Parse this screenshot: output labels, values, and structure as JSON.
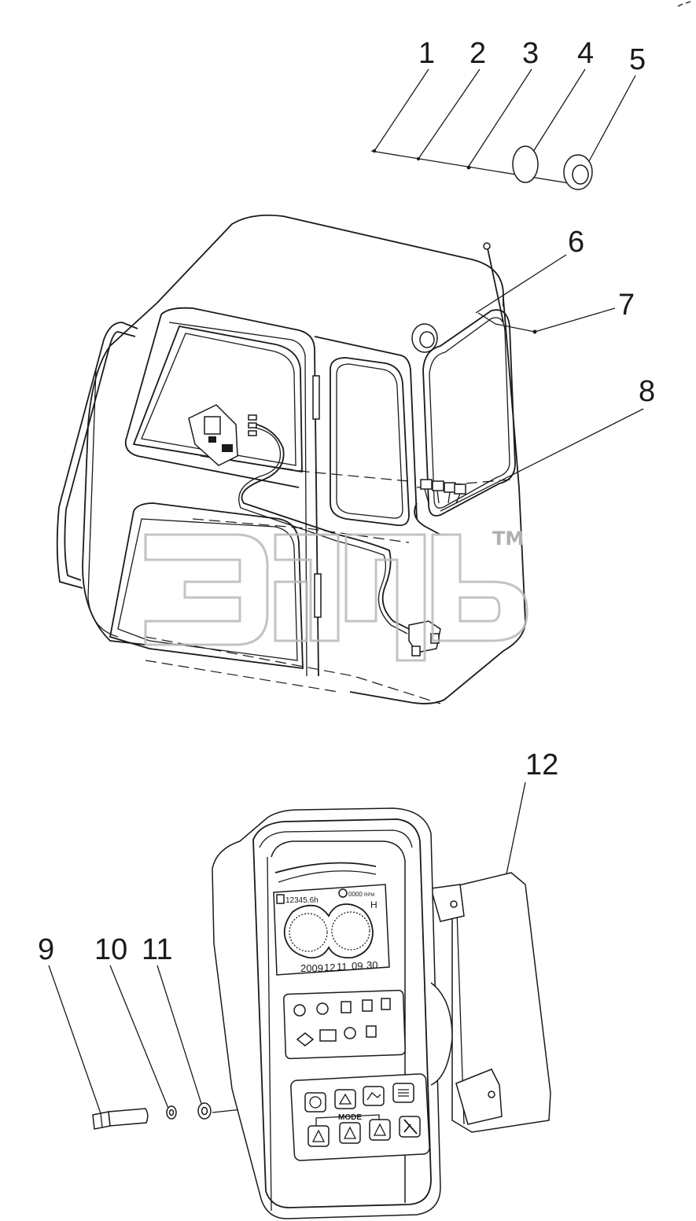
{
  "callouts": [
    {
      "id": "1",
      "label": "1"
    },
    {
      "id": "2",
      "label": "2"
    },
    {
      "id": "3",
      "label": "3"
    },
    {
      "id": "4",
      "label": "4"
    },
    {
      "id": "5",
      "label": "5"
    },
    {
      "id": "6",
      "label": "6"
    },
    {
      "id": "7",
      "label": "7"
    },
    {
      "id": "8",
      "label": "8"
    },
    {
      "id": "9",
      "label": "9"
    },
    {
      "id": "10",
      "label": "10"
    },
    {
      "id": "11",
      "label": "11"
    },
    {
      "id": "12",
      "label": "12"
    }
  ],
  "monitor": {
    "hours": "12345.6h",
    "rpm_value": "0000",
    "rpm_unit": "RPM",
    "gauge_mark": "H",
    "date_year": "2009",
    "date_month": "12",
    "date_day": "11",
    "time_hour": "09",
    "time_min": "30",
    "mode_label": "MODE"
  },
  "watermark": {
    "tm": "TM"
  },
  "colors": {
    "line": "#1a1a1a",
    "watermark": "#b9b9b9"
  }
}
